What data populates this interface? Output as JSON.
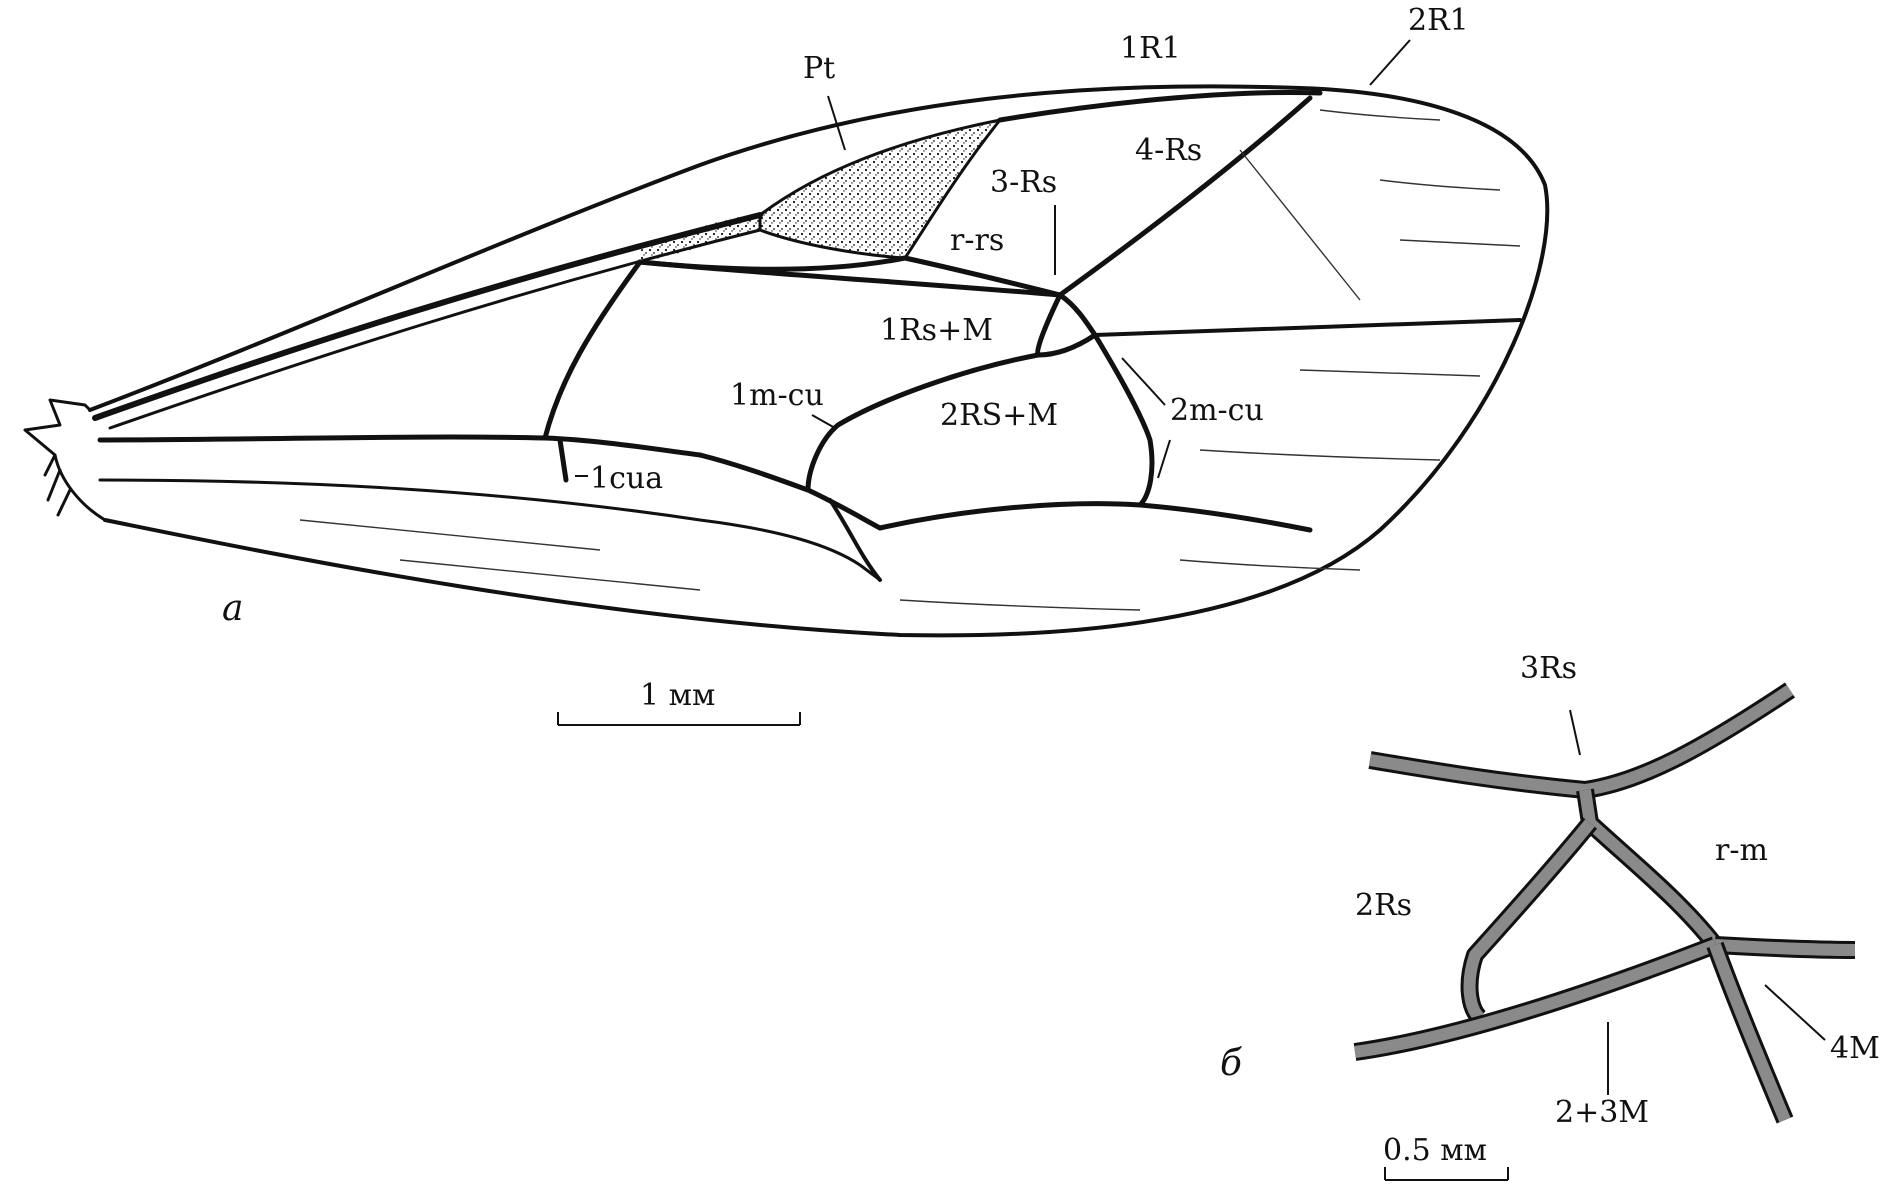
{
  "panel_a": {
    "letter": "a",
    "labels": {
      "pt": "Pt",
      "r1_1": "1R1",
      "r1_2": "2R1",
      "rs4": "4-Rs",
      "rs3": "3-Rs",
      "rrs": "r-rs",
      "rs1m": "1Rs+M",
      "mcu1": "1m-cu",
      "rs2m": "2RS+M",
      "mcu2": "2m-cu",
      "cua1": "1cua"
    },
    "scale": "1 мм"
  },
  "panel_b": {
    "letter": "б",
    "labels": {
      "rs3": "3Rs",
      "rm": "r-m",
      "rs2": "2Rs",
      "m4": "4M",
      "m23": "2+3M"
    },
    "scale": "0.5 мм"
  },
  "colors": {
    "ink": "#111111",
    "vein_fill": "#8a8a8a",
    "background": "#ffffff"
  }
}
